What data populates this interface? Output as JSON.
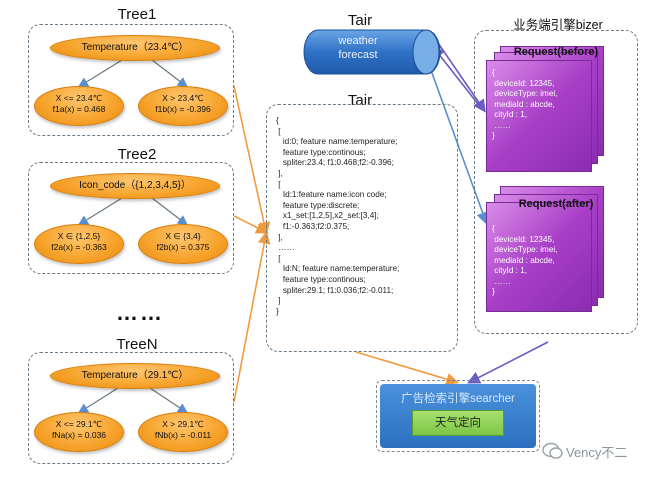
{
  "trees": [
    {
      "title": "Tree1",
      "root": "Temperature（23.4℃）",
      "left": {
        "cond": "X <= 23.4℃",
        "value": "f1a(x) = 0.468"
      },
      "right": {
        "cond": "X > 23.4℃",
        "value": "f1b(x) = -0.396"
      }
    },
    {
      "title": "Tree2",
      "root": "Icon_code（{1,2,3,4,5}）",
      "left": {
        "cond": "X ∈ {1,2,5}",
        "value": "f2a(x) = -0.363"
      },
      "right": {
        "cond": "X ∈ {3,4}",
        "value": "f2b(x) = 0.375"
      }
    },
    {
      "title": "TreeN",
      "root": "Temperature（29.1℃）",
      "left": {
        "cond": "X <= 29.1℃",
        "value": "fNa(x) = 0.036"
      },
      "right": {
        "cond": "X > 29.1℃",
        "value": "fNb(x) = -0.011"
      }
    }
  ],
  "ellipsis": "……",
  "tair_top": {
    "title": "Tair",
    "line1": "weather",
    "line2": "forecast"
  },
  "tair_store": {
    "title": "Tair",
    "content": "{\n [\n   id:0; feature name:temperature;\n   feature type:continous;\n   spliter:23.4; f1:0.468;f2:-0.396;\n ],\n [\n   Id:1:feature name:icon code;\n   feature type:discrete;\n   x1_set:[1,2,5],x2_set:[3,4];\n   f1:-0.363;f2:0.375;\n ],\n ……\n [\n   Id:N; feature name:temperature;\n   feature type:continous;\n   spliter:29.1; f1:0.036;f2:-0.011;\n ]\n}"
  },
  "bizer": {
    "title": "业务端引擎bizer",
    "request_before": {
      "title": "Request(before)",
      "content": "{\n deviceId: 12345,\n deviceType: imei,\n mediaId : abcde,\n cityId : 1,\n ……\n}"
    },
    "request_after": {
      "title": "Request(after)",
      "content": "{\n deviceId: 12345,\n deviceType: imei,\n mediaId : abcde,\n cityId : 1,\n ……\n}"
    }
  },
  "searcher": {
    "title": "广告检索引擎searcher",
    "button": "天气定向"
  },
  "watermark": "Vency不二",
  "colors": {
    "tree_line": "#f09a3e",
    "tair_line": "#6b5cc4",
    "searcher_blue": "#2e78c8",
    "searcher_green": "#8fd45a"
  }
}
